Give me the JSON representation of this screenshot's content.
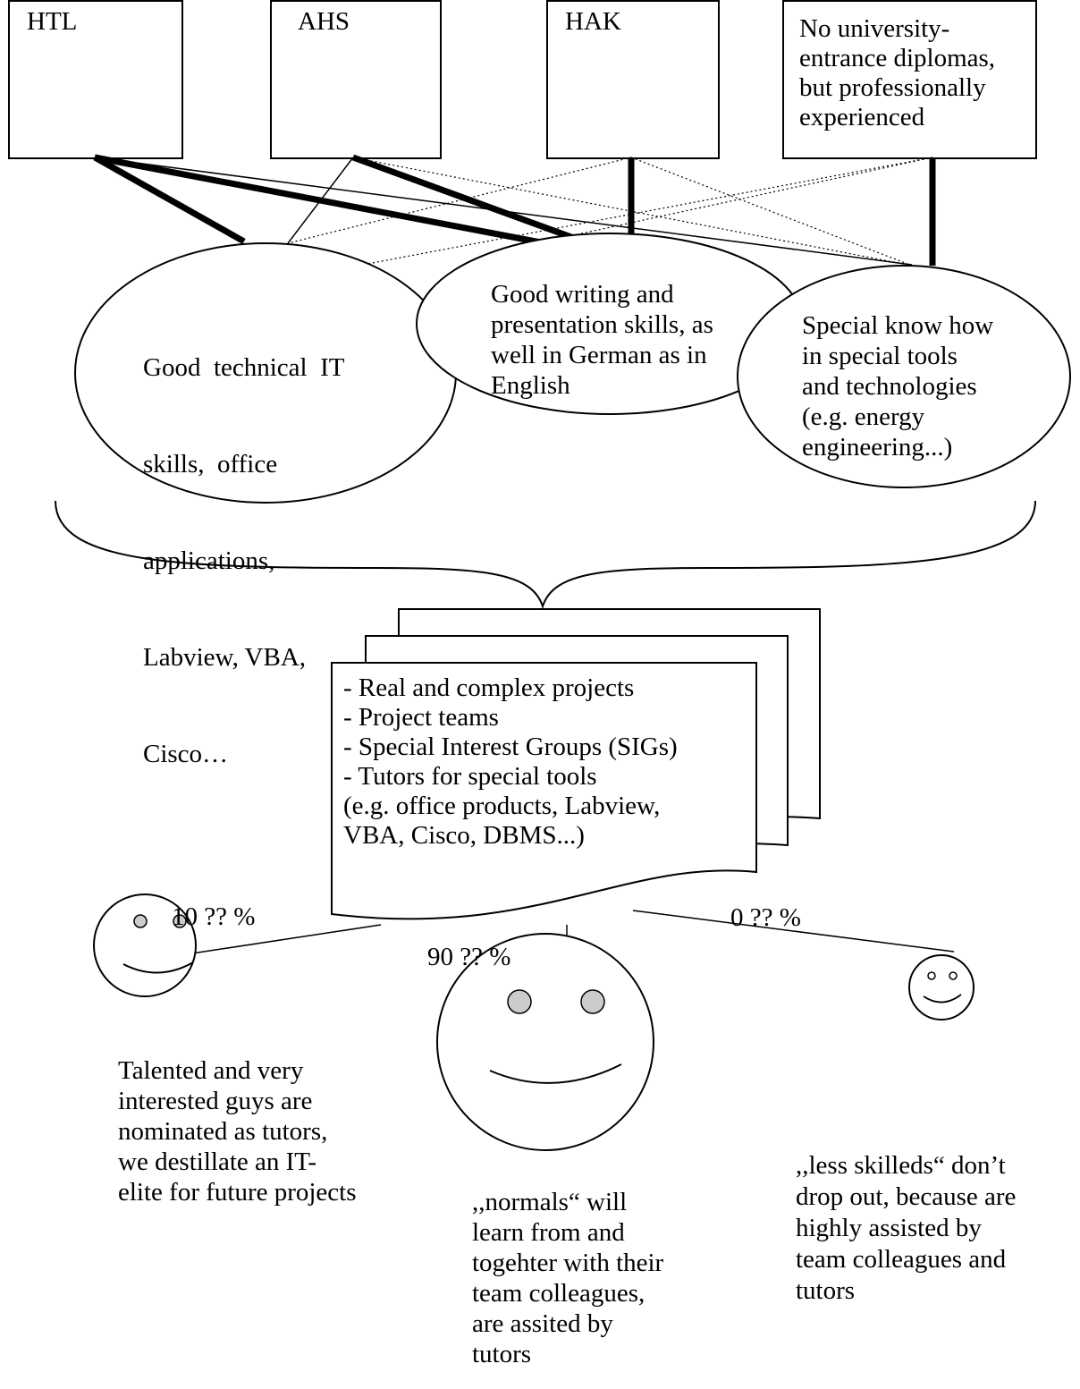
{
  "sources": {
    "htl": "HTL",
    "ahs": "AHS",
    "hak": "HAK",
    "experienced": [
      "No university-",
      "entrance diplomas,",
      "but professionally",
      "experienced"
    ]
  },
  "skills": {
    "technical": [
      "Good  technical  IT",
      "skills,  office",
      "applications,",
      "Labview, VBA,",
      "Cisco…"
    ],
    "writing": [
      "Good writing and",
      "presentation skills, as",
      "well in German as in",
      "English"
    ],
    "special": [
      "Special know how",
      "in special tools",
      "and technologies",
      "(e.g. energy",
      "engineering...)"
    ]
  },
  "projects": [
    "- Real and complex projects",
    "- Project teams",
    "- Special Interest Groups (SIGs)",
    "- Tutors for special tools",
    "(e.g. office products, Labview,",
    "VBA, Cisco, DBMS...)"
  ],
  "percentages": {
    "talented": "10 ?? %",
    "normals": "90 ?? %",
    "less_skilled": "0 ?? %"
  },
  "outcomes": {
    "talented": [
      "Talented and very",
      "interested guys are",
      "nominated as tutors,",
      "we destillate an IT-",
      "elite for future projects"
    ],
    "normals": [
      ",,normals“ will",
      "learn from and",
      "togehter with their",
      "team colleagues,",
      "are assited by",
      "tutors"
    ],
    "less_skilled": [
      ",,less skilleds“ don’t",
      "drop out, because are",
      "highly assisted by",
      "team colleagues and",
      "tutors"
    ]
  },
  "colors": {
    "stroke": "#000000",
    "eye_fill": "#cccccc"
  }
}
